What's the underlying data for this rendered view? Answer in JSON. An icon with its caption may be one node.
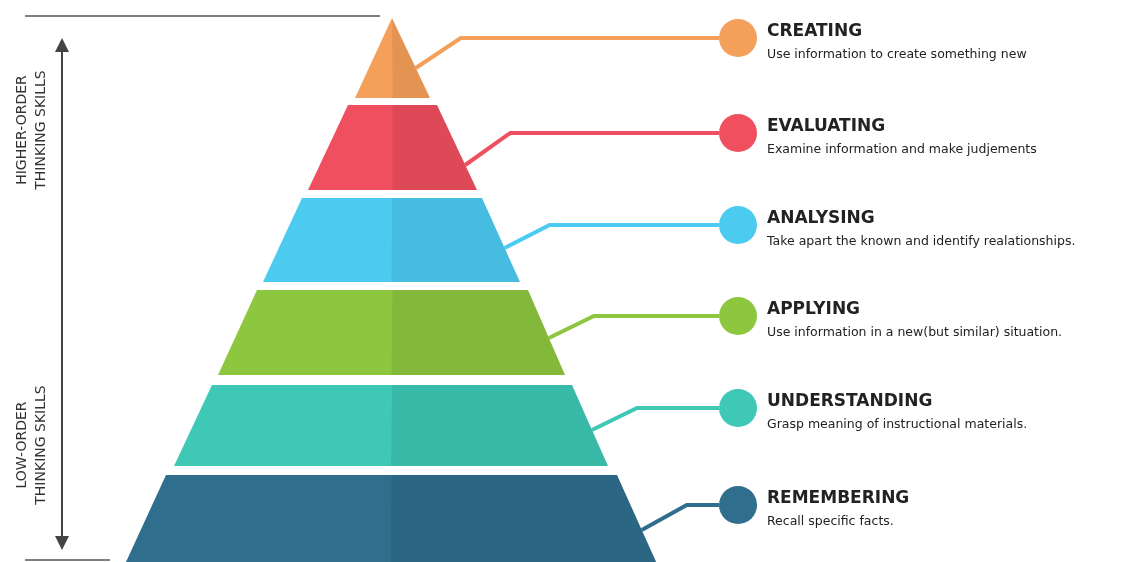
{
  "diagram": {
    "nodes": [
      {
        "text": [],
        "shape": "triangle"
      },
      {
        "text": [],
        "shape": "trapezoid"
      },
      {
        "text": [],
        "shape": "trapezoid"
      },
      {
        "text": [],
        "shape": "trapezoid"
      },
      {
        "text": [],
        "shape": "trapezoid"
      },
      {
        "text": [],
        "shape": "trapezoid"
      },
      {
        "text": [],
        "shape": "circle",
        "beside": [
          "CREATING",
          "Use information to create something new"
        ]
      },
      {
        "text": [],
        "shape": "circle",
        "beside": [
          "EVALUATING",
          "Examine information and make judjements"
        ]
      },
      {
        "text": [],
        "shape": "circle",
        "beside": [
          "ANALYSING",
          "Take apart the known and identify realationships."
        ]
      },
      {
        "text": [],
        "shape": "circle",
        "beside": [
          "APPLYING",
          "Use information in a new(but similar) situation."
        ]
      },
      {
        "text": [],
        "shape": "circle",
        "beside": [
          "UNDERSTANDING",
          "Grasp meaning of instructional materials."
        ]
      },
      {
        "text": [],
        "shape": "circle",
        "beside": [
          "REMEMBERING",
          "Recall specific facts."
        ]
      }
    ],
    "edges": [
      {
        "from": 0,
        "to": 6,
        "arrow": "none",
        "color": "#f5a05a"
      },
      {
        "from": 1,
        "to": 7,
        "arrow": "none",
        "color": "#ef4f5f"
      },
      {
        "from": 2,
        "to": 8,
        "arrow": "none",
        "color": "#4ccbf1"
      },
      {
        "from": 3,
        "to": 9,
        "arrow": "none",
        "color": "#8dc63f"
      },
      {
        "from": 4,
        "to": 10,
        "arrow": "none",
        "color": "#3ec8b5"
      },
      {
        "from": 5,
        "to": 11,
        "arrow": "none",
        "color": "#2f6e8d"
      }
    ],
    "labels": [
      "HIGHER-ORDER THINKING SKILLS",
      "LOW-ORDER THINKING SKILLS"
    ]
  }
}
